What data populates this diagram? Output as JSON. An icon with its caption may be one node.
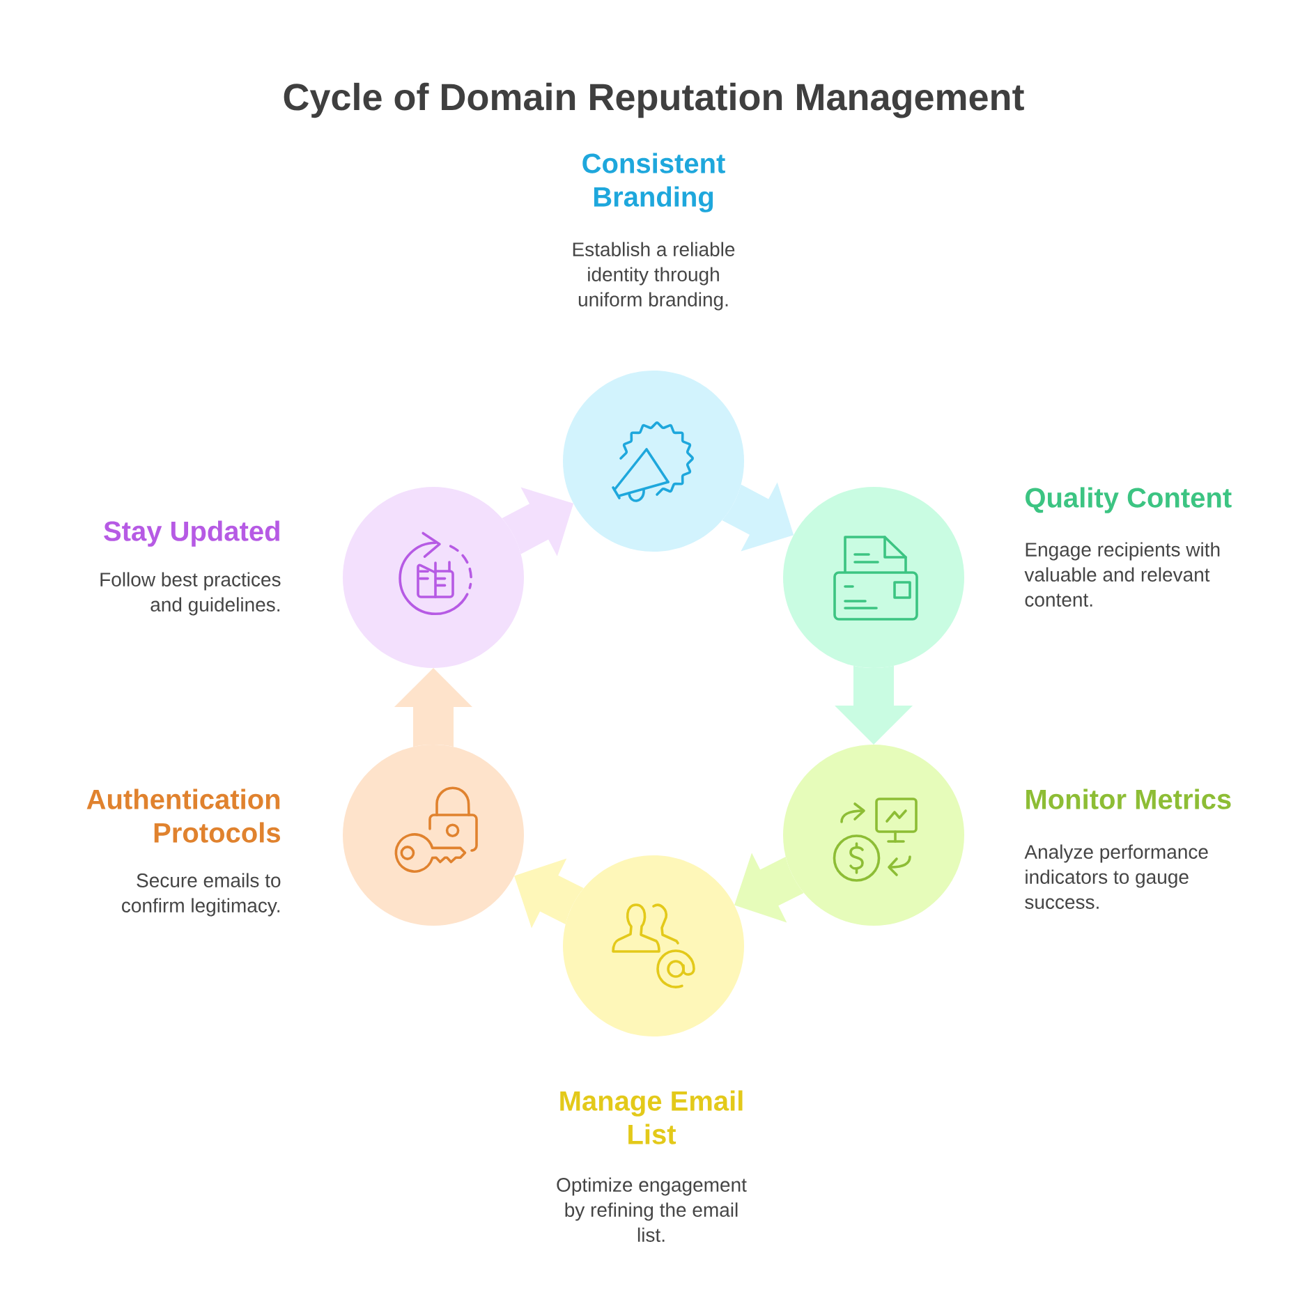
{
  "diagram": {
    "title": "Cycle of Domain Reputation Management",
    "nodes": [
      {
        "text": [
          "Consistent Branding",
          "Establish a reliable identity through uniform branding."
        ]
      },
      {
        "text": [
          "Quality Content",
          "Engage recipients with valuable and relevant content."
        ]
      },
      {
        "text": [
          "Monitor Metrics",
          "Analyze performance indicators to gauge success."
        ]
      },
      {
        "text": [
          "Manage Email List",
          "Optimize engagement by refining the email list."
        ]
      },
      {
        "text": [
          "Authentication Protocols",
          "Secure emails to confirm legitimacy."
        ]
      },
      {
        "text": [
          "Stay Updated",
          "Follow best practices and guidelines."
        ]
      }
    ],
    "edges": [
      {
        "from": 0,
        "to": 1,
        "arrow": "to",
        "color": "#d2f3fd"
      },
      {
        "from": 1,
        "to": 2,
        "arrow": "to",
        "color": "#c9fce2"
      },
      {
        "from": 2,
        "to": 3,
        "arrow": "to",
        "color": "#e6fcba"
      },
      {
        "from": 3,
        "to": 4,
        "arrow": "to",
        "color": "#fef7b9"
      },
      {
        "from": 4,
        "to": 5,
        "arrow": "to",
        "color": "#fee3cb"
      },
      {
        "from": 5,
        "to": 0,
        "arrow": "to",
        "color": "#f3e0fd"
      }
    ]
  }
}
